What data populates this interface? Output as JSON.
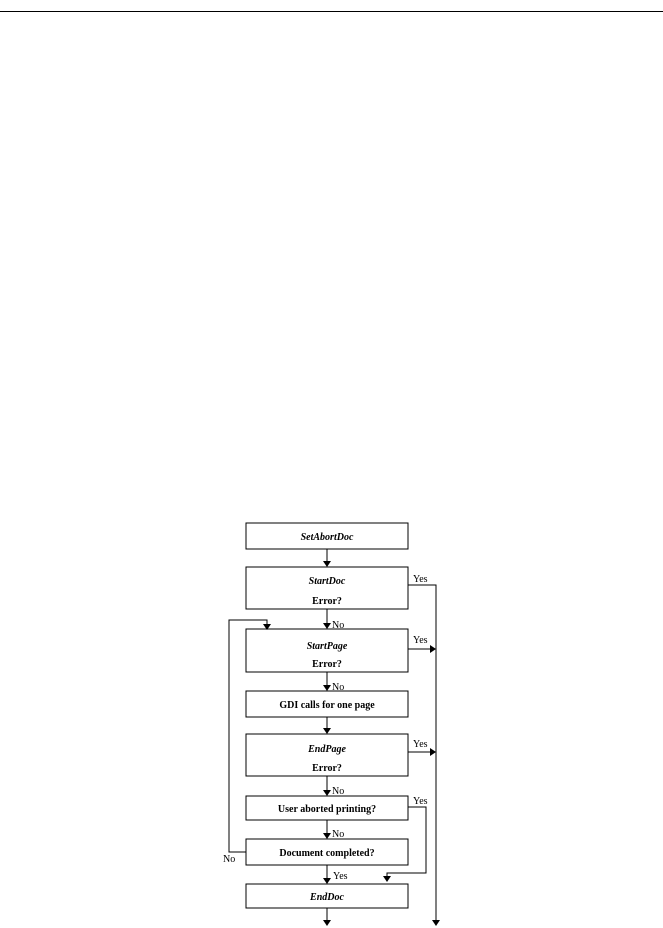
{
  "nodes": {
    "set_abort_doc": {
      "label": "SetAbortDoc"
    },
    "start_doc": {
      "label": "StartDoc",
      "question": "Error?"
    },
    "start_page": {
      "label": "StartPage",
      "question": "Error?"
    },
    "gdi_calls": {
      "label": "GDI calls for one page"
    },
    "end_page": {
      "label": "EndPage",
      "question": "Error?"
    },
    "user_aborted": {
      "label": "User aborted printing?"
    },
    "doc_completed": {
      "label": "Document completed?"
    },
    "end_doc": {
      "label": "EndDoc"
    }
  },
  "edge_labels": {
    "yes": "Yes",
    "no": "No"
  },
  "colors": {
    "ink": "#000000",
    "paper": "#ffffff"
  }
}
